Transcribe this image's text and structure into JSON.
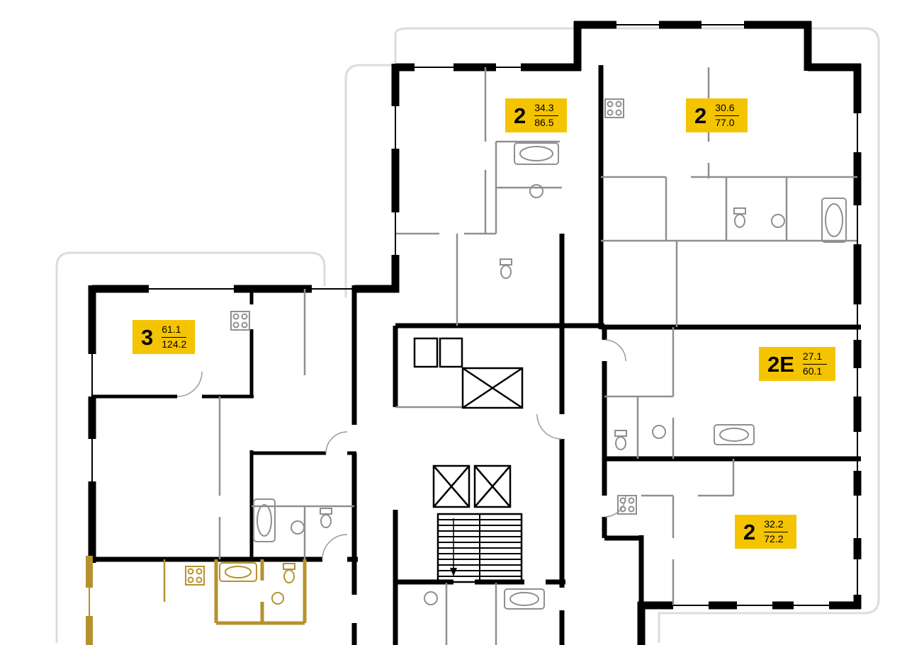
{
  "plan": {
    "background": "#ffffff",
    "colors": {
      "walls": "#000000",
      "partitions": "#8f8f8f",
      "outer_contour": "#dcdcdc",
      "highlight_gold": "#B5922F",
      "badge_yellow": "#F5C400",
      "badge_text": "#000000"
    },
    "units": [
      {
        "id": "unit-2-86",
        "type": "2",
        "area_living": "34.3",
        "area_total": "86.5"
      },
      {
        "id": "unit-2-77",
        "type": "2",
        "area_living": "30.6",
        "area_total": "77.0"
      },
      {
        "id": "unit-3-124",
        "type": "3",
        "area_living": "61.1",
        "area_total": "124.2"
      },
      {
        "id": "unit-2e-60",
        "type": "2E",
        "area_living": "27.1",
        "area_total": "60.1"
      },
      {
        "id": "unit-2-72",
        "type": "2",
        "area_living": "32.2",
        "area_total": "72.2"
      }
    ],
    "symbols": [
      "elevator-icon",
      "stairs-icon",
      "bathtub-icon",
      "stove-icon",
      "sink-icon",
      "toilet-icon",
      "window-marks"
    ]
  }
}
